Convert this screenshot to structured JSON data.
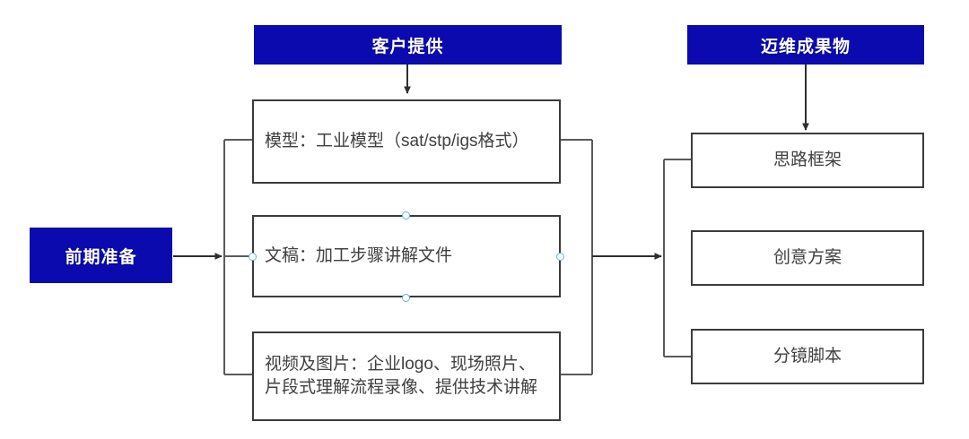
{
  "diagram": {
    "title_visible": false,
    "colors": {
      "banner_blue": "#0A0AAF",
      "banner_text": "#FFFFFF",
      "box_border": "#3B3B3B",
      "box_fill": "#FFFFFF",
      "box_text": "#404040",
      "connector": "#2F2F2F",
      "selection_handle": "#63B6D6",
      "background": "#FFFFFF"
    },
    "banners": [
      {
        "id": "customer-provides",
        "label": "客户提供"
      },
      {
        "id": "maiwei-deliverables",
        "label": "迈维成果物"
      }
    ],
    "start_node": {
      "id": "preparation",
      "label": "前期准备"
    },
    "inputs": {
      "group_label": "客户提供",
      "items": [
        {
          "id": "model",
          "label": "模型：工业模型（sat/stp/igs格式）",
          "selected": false
        },
        {
          "id": "script",
          "label": "文稿：加工步骤讲解文件",
          "selected": true
        },
        {
          "id": "video-photo",
          "label": "视频及图片：企业logo、现场照片、片段式理解流程录像、提供技术讲解",
          "selected": false
        }
      ]
    },
    "outputs": {
      "group_label": "迈维成果物",
      "items": [
        {
          "id": "framework",
          "label": "思路框架"
        },
        {
          "id": "creative-plan",
          "label": "创意方案"
        },
        {
          "id": "storyboard",
          "label": "分镜脚本"
        }
      ]
    },
    "connectors": [
      {
        "id": "banner-to-model",
        "kind": "arrow-down",
        "from": "customer-provides",
        "to": "model"
      },
      {
        "id": "banner-to-framework",
        "kind": "arrow-down",
        "from": "maiwei-deliverables",
        "to": "framework"
      },
      {
        "id": "prep-to-inputs",
        "kind": "arrow-right",
        "from": "preparation",
        "to": "inputs-bracket"
      },
      {
        "id": "inputs-to-outputs",
        "kind": "arrow-right",
        "from": "inputs-bracket",
        "to": "outputs-bracket"
      },
      {
        "id": "inputs-bracket",
        "kind": "bracket-right"
      },
      {
        "id": "outputs-bracket",
        "kind": "bracket-left"
      }
    ],
    "selection_handles": [
      {
        "id": "handle-top",
        "position": "top-center"
      },
      {
        "id": "handle-left",
        "position": "middle-left"
      },
      {
        "id": "handle-right",
        "position": "middle-right"
      },
      {
        "id": "handle-bottom",
        "position": "bottom-center"
      }
    ]
  }
}
